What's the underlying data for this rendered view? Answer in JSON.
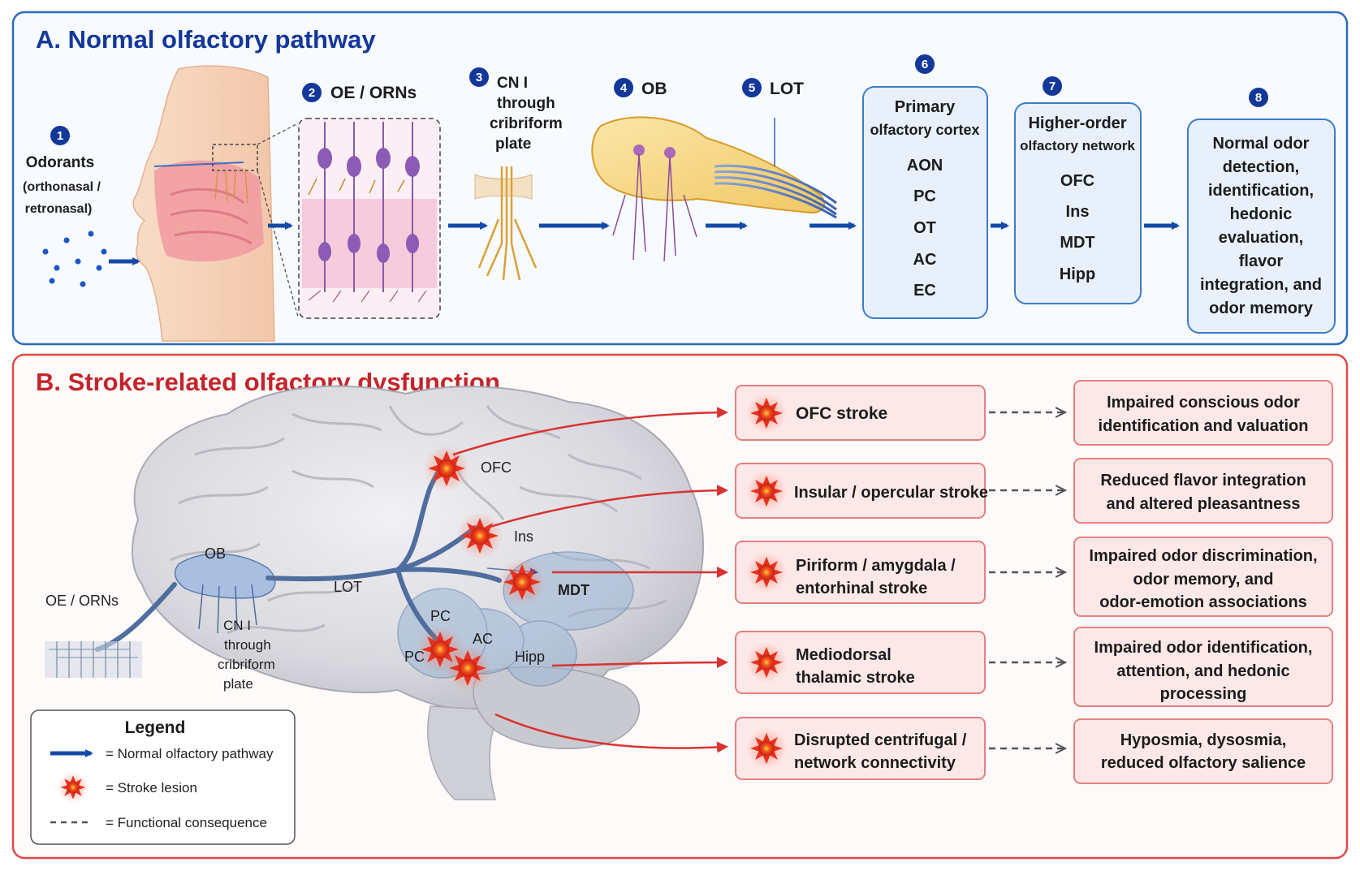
{
  "colors": {
    "panel_a_border": "#2e6bc0",
    "panel_a_bg": "#f7fafe",
    "panel_b_border": "#e04a4a",
    "panel_b_bg": "#fffafa",
    "arrow_blue": "#134aa8",
    "arrow_red": "#d83333",
    "box_blue_fill": "#e7f0fb",
    "box_blue_stroke": "#3e7cc8",
    "box_pink_fill": "#fde8e8",
    "box_pink_stroke": "#e58080",
    "lesion": "#e8301f",
    "brain": "#d9d9dd"
  },
  "panel_a": {
    "title": "A. Normal olfactory pathway",
    "steps": [
      {
        "num": "1",
        "lines": [
          "Odorants",
          "(orthonasal /",
          "retronasal)"
        ]
      },
      {
        "num": "2",
        "lines": [
          "OE / ORNs"
        ]
      },
      {
        "num": "3",
        "lines": [
          "CN I",
          "through",
          "cribriform",
          "plate"
        ]
      },
      {
        "num": "4",
        "lines": [
          "OB"
        ]
      },
      {
        "num": "5",
        "lines": [
          "LOT"
        ]
      },
      {
        "num": "6",
        "header": [
          "Primary",
          "olfactory cortex"
        ],
        "items": [
          "AON",
          "PC",
          "OT",
          "AC",
          "EC"
        ]
      },
      {
        "num": "7",
        "header": [
          "Higher-order",
          "olfactory network"
        ],
        "items": [
          "OFC",
          "Ins",
          "MDT",
          "Hipp"
        ]
      },
      {
        "num": "8",
        "lines": [
          "Normal odor",
          "detection,",
          "identification,",
          "hedonic",
          "evaluation,",
          "flavor",
          "integration, and",
          "odor memory"
        ]
      }
    ]
  },
  "panel_b": {
    "title": "B. Stroke-related olfactory dysfunction",
    "brain_labels": [
      "OFC",
      "Ins",
      "MDT",
      "PC",
      "AC",
      "PC",
      "Hipp",
      "OB",
      "LOT",
      "OE / ORNs"
    ],
    "cn1_label": [
      "CN I",
      "through",
      "cribriform",
      "plate"
    ],
    "strokes": [
      {
        "cause": [
          "OFC stroke"
        ],
        "effect": [
          "Impaired conscious odor",
          "identification and valuation"
        ]
      },
      {
        "cause": [
          "Insular / opercular stroke"
        ],
        "effect": [
          "Reduced flavor integration",
          "and altered pleasantness"
        ]
      },
      {
        "cause": [
          "Piriform / amygdala /",
          "entorhinal stroke"
        ],
        "effect": [
          "Impaired odor discrimination,",
          "odor memory, and",
          "odor-emotion associations"
        ]
      },
      {
        "cause": [
          "Mediodorsal",
          "thalamic stroke"
        ],
        "effect": [
          "Impaired odor identification,",
          "attention, and hedonic",
          "processing"
        ]
      },
      {
        "cause": [
          "Disrupted centrifugal /",
          "network connectivity"
        ],
        "effect": [
          "Hyposmia, dysosmia,",
          "reduced olfactory salience"
        ]
      }
    ],
    "legend": {
      "title": "Legend",
      "items": [
        "= Normal olfactory pathway",
        "= Stroke lesion",
        "= Functional consequence"
      ]
    }
  }
}
